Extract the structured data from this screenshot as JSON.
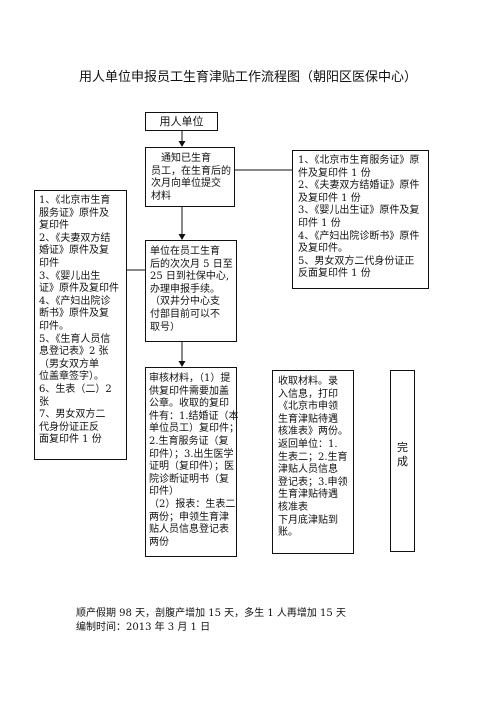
{
  "title": "用人单位申报员工生育津贴工作流程图（朝阳区医保中心）",
  "employer": "用人单位",
  "notify": [
    "　通知已生育",
    "员工，在生育后的",
    "次月向单位提交",
    "材料"
  ],
  "left_docs": [
    "1、《北京市生育",
    "服务证》原件及",
    "复印件",
    "2、《夫妻双方结",
    "婚证》原件及复",
    "印件",
    "3、《婴儿出生",
    "证》原件及复印件",
    "4、《产妇出院诊",
    "断书》原件及复",
    "印件。",
    "5、《生育人员信",
    "息登记表》2 张",
    "（男女双方单",
    "位盖章签字）。",
    "6、生表（二）2",
    "张",
    "7、男女双方二",
    "代身份证正反",
    "面复印件 1 份"
  ],
  "right_docs": [
    "1、《北京市生育服务证》原",
    "件及复印件 1 份",
    "2、《夫妻双方结婚证》原件",
    "及复印件 1 份",
    "3、《婴儿出生证》原件及复",
    "印件 1 份",
    "4、《产妇出院诊断书》原件",
    "及复印件。",
    "5、男女双方二代身份证正",
    "反面复印件 1 份"
  ],
  "declare": [
    "单位在员工生育",
    "后的次次月 5 日至",
    "25 日到社保中心,",
    "办理申报手续。",
    "（双井分中心支",
    "付部目前可以不",
    "取号）"
  ],
  "review": [
    "审核材料，（1）提",
    "供复印件需要加盖",
    "公章。收取的复印",
    "件有：1.结婚证（本",
    "单位员工）复印件；",
    "2.生育服务证（复",
    "印件）；3.出生医学",
    "证明（复印件）；医",
    "院诊断证明书（复",
    "印件）",
    "（2）报表：生表二",
    "两份；申领生育津",
    "贴人员信息登记表",
    "两份"
  ],
  "collect": [
    "收取材料。录",
    "入信息，打印",
    "《北京市申领",
    "生育津贴待遇",
    "核准表》两份。",
    "返回单位：1.",
    "生表二；2.生育",
    "津贴人员信息",
    "登记表；3.申领",
    "生育津贴待遇",
    "核准表",
    "下月底津贴到",
    "账。"
  ],
  "done": [
    "完",
    "成"
  ],
  "footer": {
    "note": "顺产假期 98 天，剖腹产增加 15 天，多生 1 人再增加 15 天",
    "date": "编制时间：2013 年 3 月 1 日"
  }
}
